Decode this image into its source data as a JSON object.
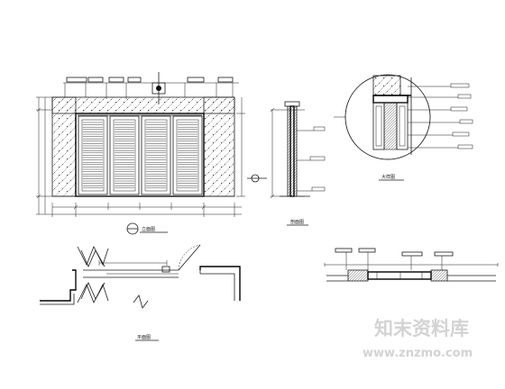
{
  "views": {
    "elevation_caption": "立面图",
    "side_section_caption": "剖面图",
    "detail_caption": "大样图",
    "plan_caption": "平面图"
  },
  "watermark": {
    "brand_name": "知末资料库",
    "url": "www.znzmo.com",
    "color": "#d3d3d3"
  },
  "colors": {
    "line": "#1a1a1a",
    "background": "#ffffff"
  }
}
